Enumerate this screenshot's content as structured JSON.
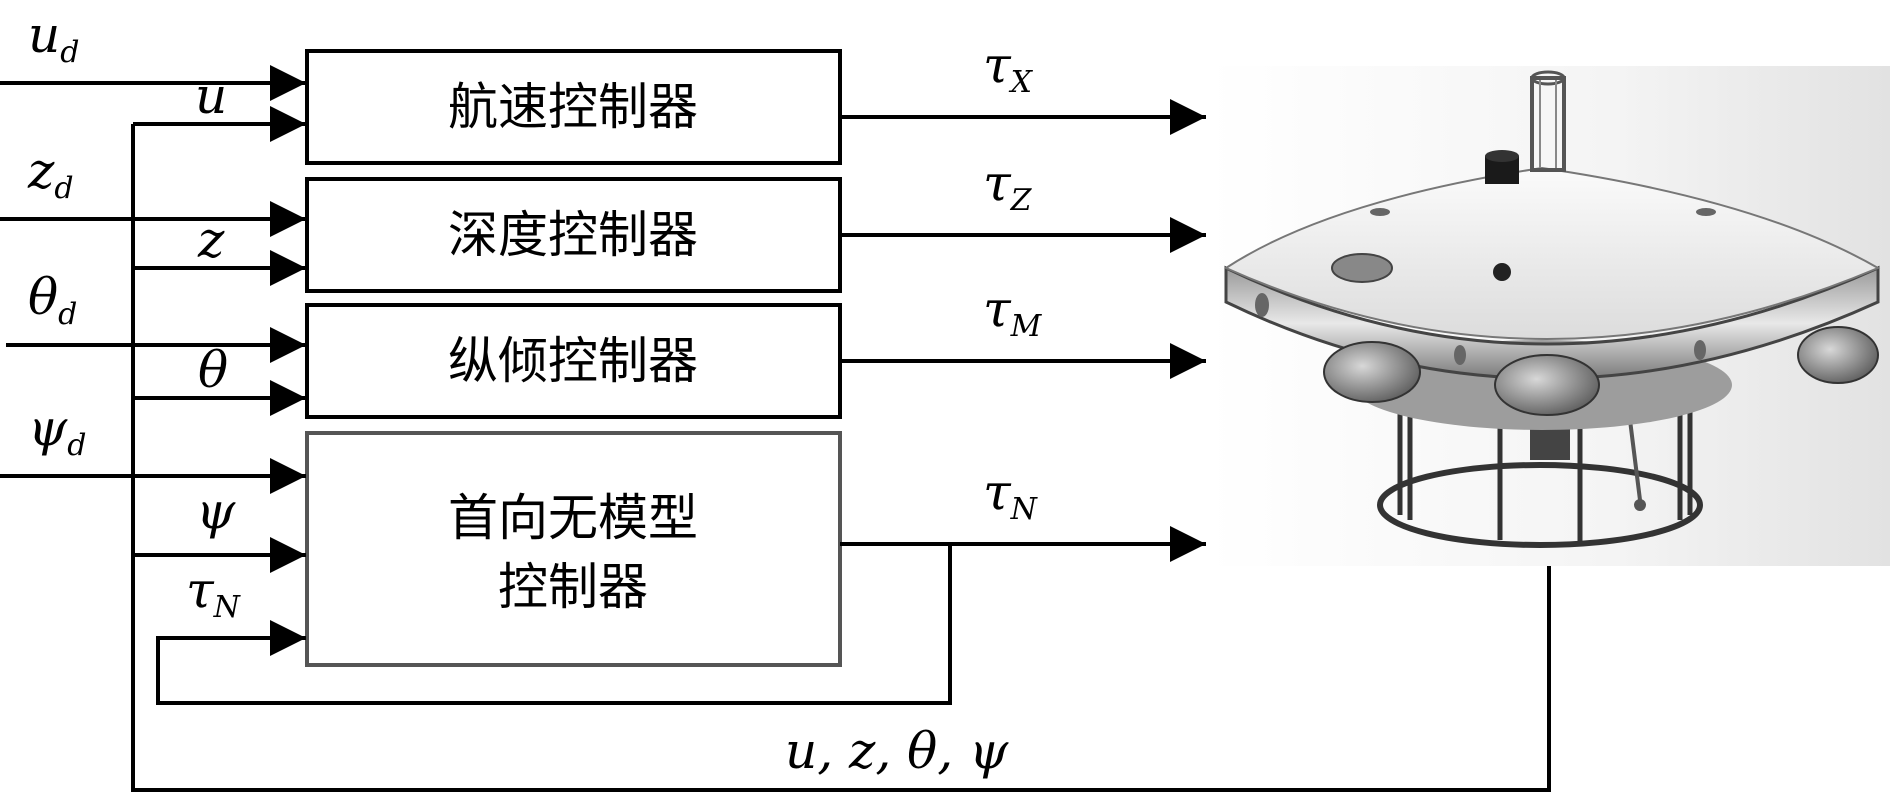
{
  "controllers": [
    {
      "line1": "航速控制器"
    },
    {
      "line1": "深度控制器"
    },
    {
      "line1": "纵倾控制器"
    },
    {
      "line1": "首向无模型",
      "line2": "控制器"
    }
  ],
  "inputs": {
    "ref": [
      {
        "sym": "u",
        "sub": "d"
      },
      {
        "sym": "z",
        "sub": "d"
      },
      {
        "sym": "θ",
        "sub": "d"
      },
      {
        "sym": "ψ",
        "sub": "d"
      }
    ],
    "feedback": [
      {
        "sym": "u"
      },
      {
        "sym": "z"
      },
      {
        "sym": "θ"
      },
      {
        "sym": "ψ"
      }
    ],
    "tau_feedback": {
      "sym": "τ",
      "sub": "N"
    }
  },
  "outputs": [
    {
      "sym": "τ",
      "sub": "X"
    },
    {
      "sym": "τ",
      "sub": "Z"
    },
    {
      "sym": "τ",
      "sub": "M"
    },
    {
      "sym": "τ",
      "sub": "N"
    }
  ],
  "bottom_feedback_label": "u, z, θ, ψ"
}
